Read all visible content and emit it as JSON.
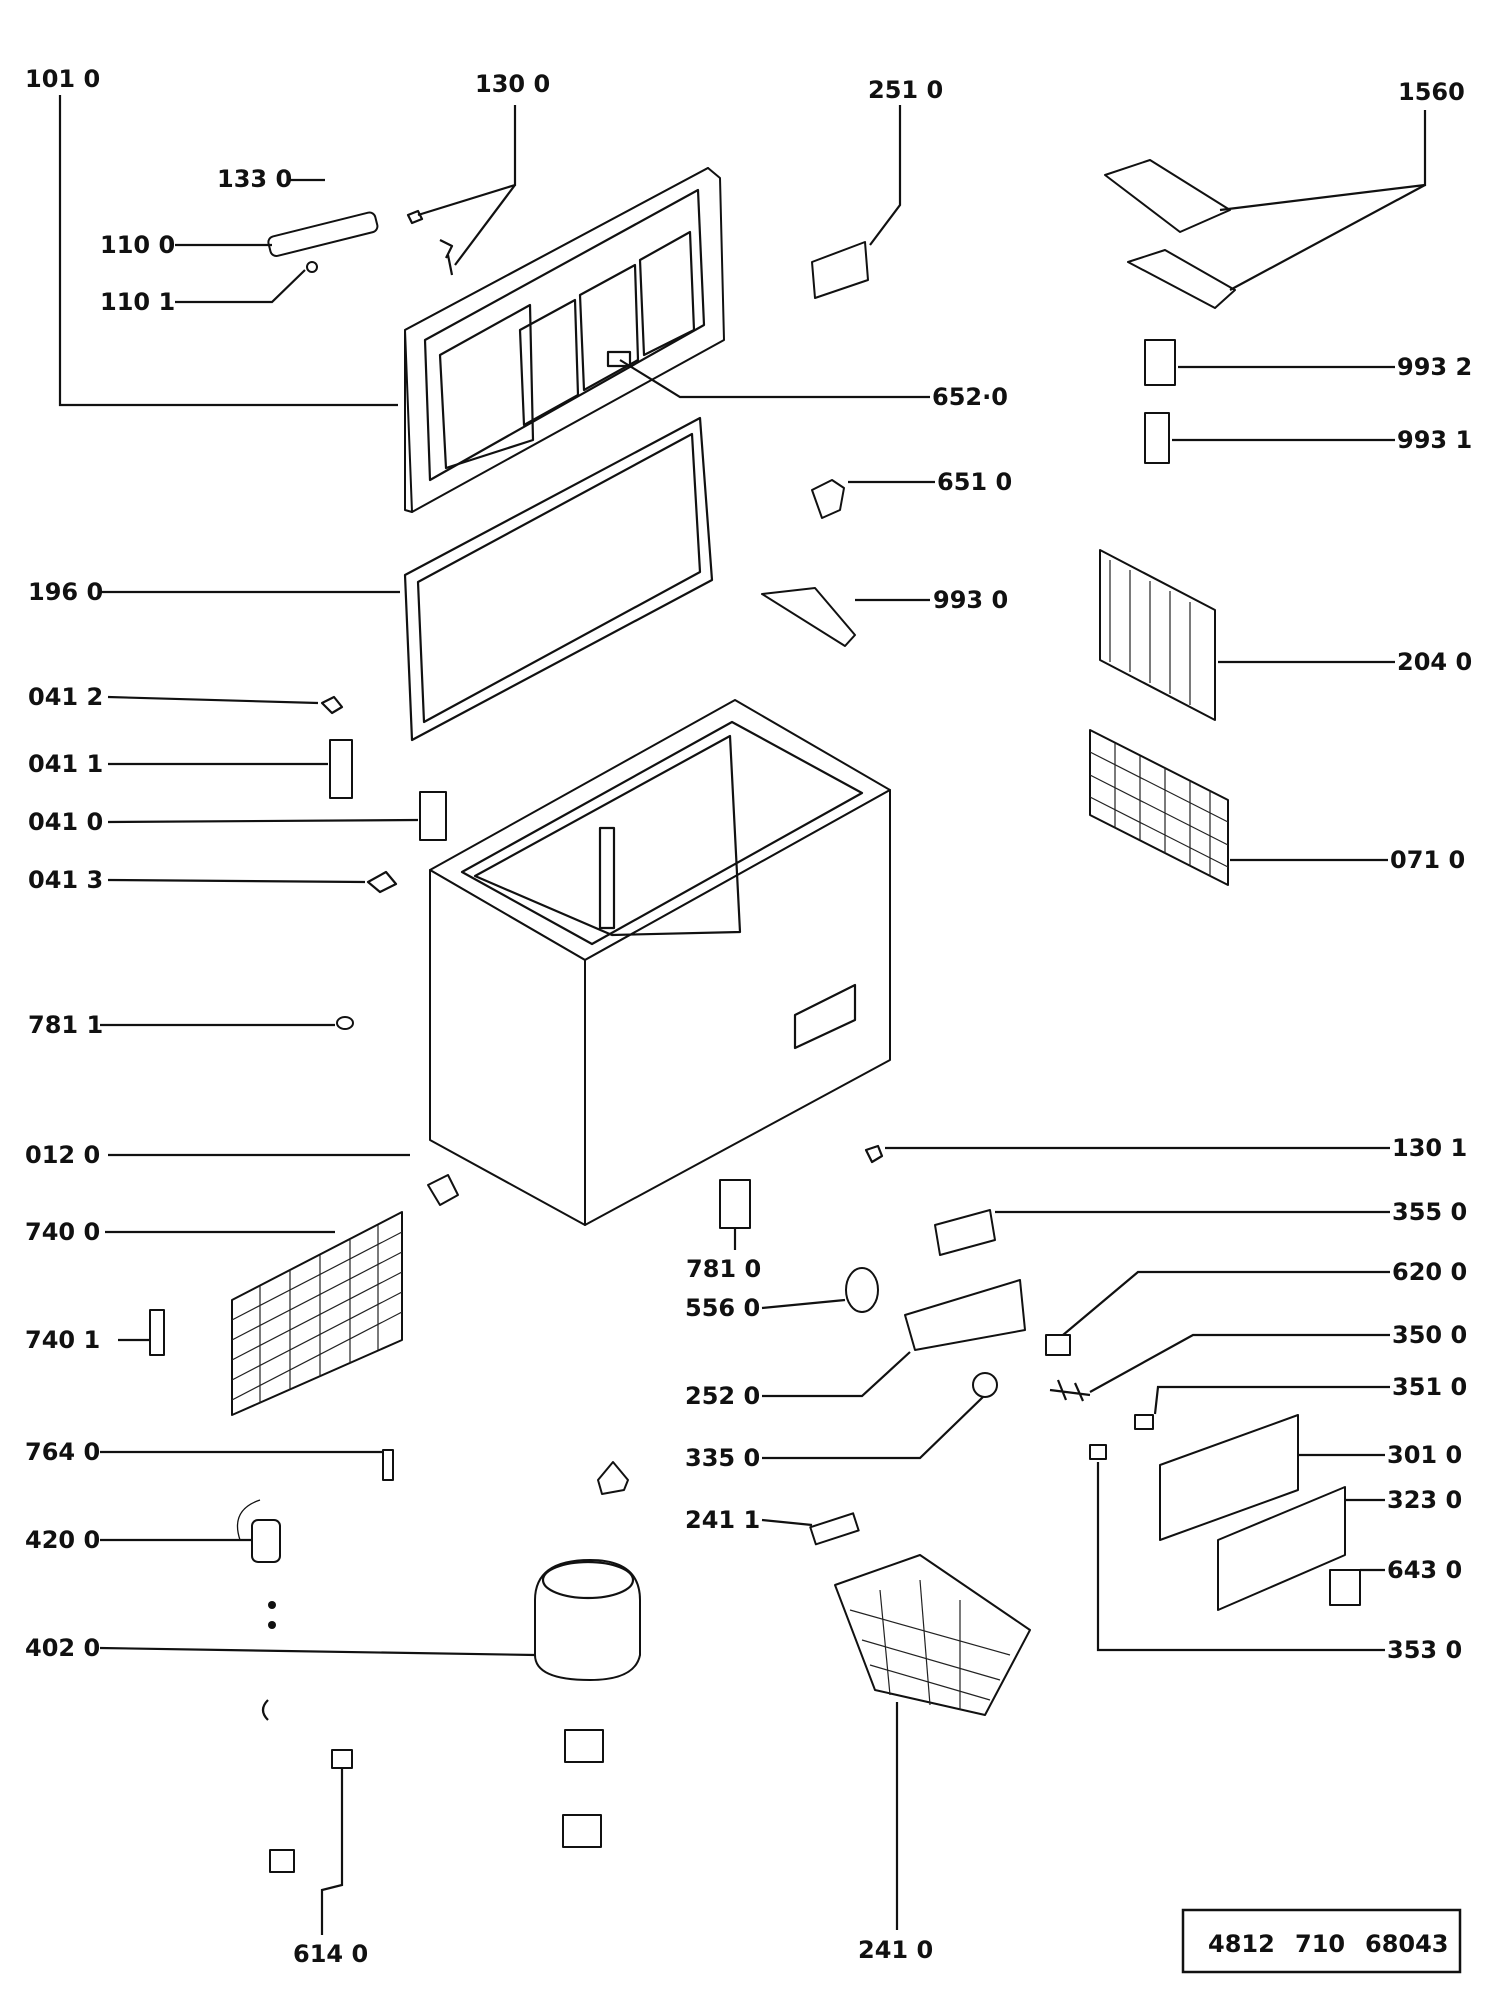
{
  "labels": {
    "l1010": "101 0",
    "l1300": "130 0",
    "l2510": "251 0",
    "l1560": "1560",
    "l1330": "133 0",
    "l1100": "110 0",
    "l1101": "110 1",
    "l6520": "652·0",
    "l9932": "993 2",
    "l9931": "993 1",
    "l6510": "651 0",
    "l1960": "196 0",
    "l9930": "993 0",
    "l2040": "204 0",
    "l0412": "041 2",
    "l0411": "041 1",
    "l0410": "041 0",
    "l0413": "041 3",
    "l0710": "071 0",
    "l7811": "781 1",
    "l0120": "012 0",
    "l1301": "130 1",
    "l7400": "740 0",
    "l3550": "355 0",
    "l7810": "781 0",
    "l6200": "620 0",
    "l5560": "556 0",
    "l7401": "740 1",
    "l3500": "350 0",
    "l2520": "252 0",
    "l3510": "351 0",
    "l7640": "764 0",
    "l3350": "335 0",
    "l3010": "301 0",
    "l3230": "323 0",
    "l4200": "420 0",
    "l2411": "241 1",
    "l6430": "643 0",
    "l4020": "402 0",
    "l3530": "353 0",
    "l6140": "614 0",
    "l2410": "241 0"
  },
  "code_box": {
    "part1": "4812",
    "part2": "710",
    "part3": "68043"
  }
}
